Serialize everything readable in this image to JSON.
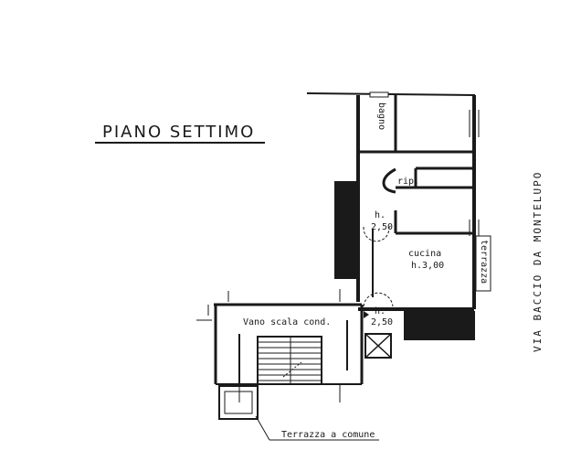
{
  "title": "PIANO SETTIMO",
  "rooms": {
    "bathroom": "bagno",
    "closet": "rip.",
    "hall_height_label": "h.",
    "hall_height_value": "2,50",
    "kitchen": "cucina",
    "kitchen_height": "h.3,00",
    "terrace": "terrazza",
    "stairwell": "Vano scala cond.",
    "landing_height_label": "h.",
    "landing_height_value": "2,50"
  },
  "street": "VIA BACCIO DA MONTELUPO",
  "common_terrace": "Terrazza a comune"
}
